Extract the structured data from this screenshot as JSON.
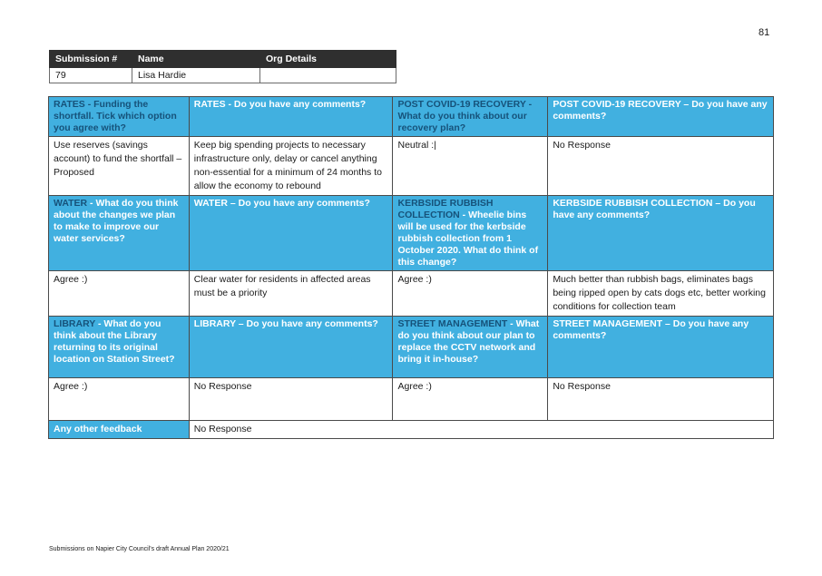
{
  "page_number": "81",
  "submission": {
    "headers": [
      "Submission #",
      "Name",
      "Org Details"
    ],
    "values": [
      "79",
      "Lisa Hardie",
      ""
    ]
  },
  "rows": [
    {
      "headers": [
        {
          "hl": "RATES - Funding the shortfall. Tick which option you agree with?",
          "rest": ""
        },
        {
          "hl": "",
          "rest": "RATES - Do you have any comments?"
        },
        {
          "hl": "POST COVID-19 RECOVERY - What do you think about our recovery plan?",
          "rest": ""
        },
        {
          "hl": "",
          "rest": "POST COVID-19 RECOVERY – Do you have any comments?"
        }
      ],
      "answers": [
        "Use reserves (savings account) to fund the shortfall – Proposed",
        "Keep big spending projects to necessary infrastructure only, delay or cancel anything non-essential for a minimum of 24 months to allow the economy to rebound",
        "Neutral :|",
        "No Response"
      ]
    },
    {
      "headers": [
        {
          "hl": "WATER",
          "rest": " - What do you think about the changes we plan to make to improve our water services?"
        },
        {
          "hl": "",
          "rest": "WATER – Do you have any comments?"
        },
        {
          "hl": "KERBSIDE RUBBISH COLLECTION",
          "rest": " - Wheelie bins will be used for the kerbside rubbish collection from 1 October 2020. What do think of this change?"
        },
        {
          "hl": "",
          "rest": "KERBSIDE RUBBISH COLLECTION – Do you have any comments?"
        }
      ],
      "answers": [
        "Agree :)",
        "Clear water for residents in affected areas must be a priority",
        "Agree :)",
        "Much better than rubbish bags, eliminates bags being ripped open by cats dogs etc, better working conditions for collection team"
      ]
    },
    {
      "headers": [
        {
          "hl": "LIBRARY",
          "rest": " - What do you think about the Library returning to its original location on Station Street?"
        },
        {
          "hl": "",
          "rest": "LIBRARY – Do you have any comments?"
        },
        {
          "hl": "STREET MANAGEMENT",
          "rest": " - What do you think about our plan to replace the CCTV network and bring it in-house?"
        },
        {
          "hl": "",
          "rest": "STREET MANAGEMENT – Do you have any comments?"
        }
      ],
      "answers": [
        "Agree :)",
        "No Response",
        "Agree :)",
        "No Response"
      ]
    }
  ],
  "other_feedback": {
    "label": "Any other feedback",
    "value": "No Response"
  },
  "footer": "Submissions on Napier City Council's draft Annual Plan 2020/21",
  "colors": {
    "header_blue": "#41b0e0",
    "header_dark": "#2f2f2f",
    "highlight_text": "#16527a"
  }
}
